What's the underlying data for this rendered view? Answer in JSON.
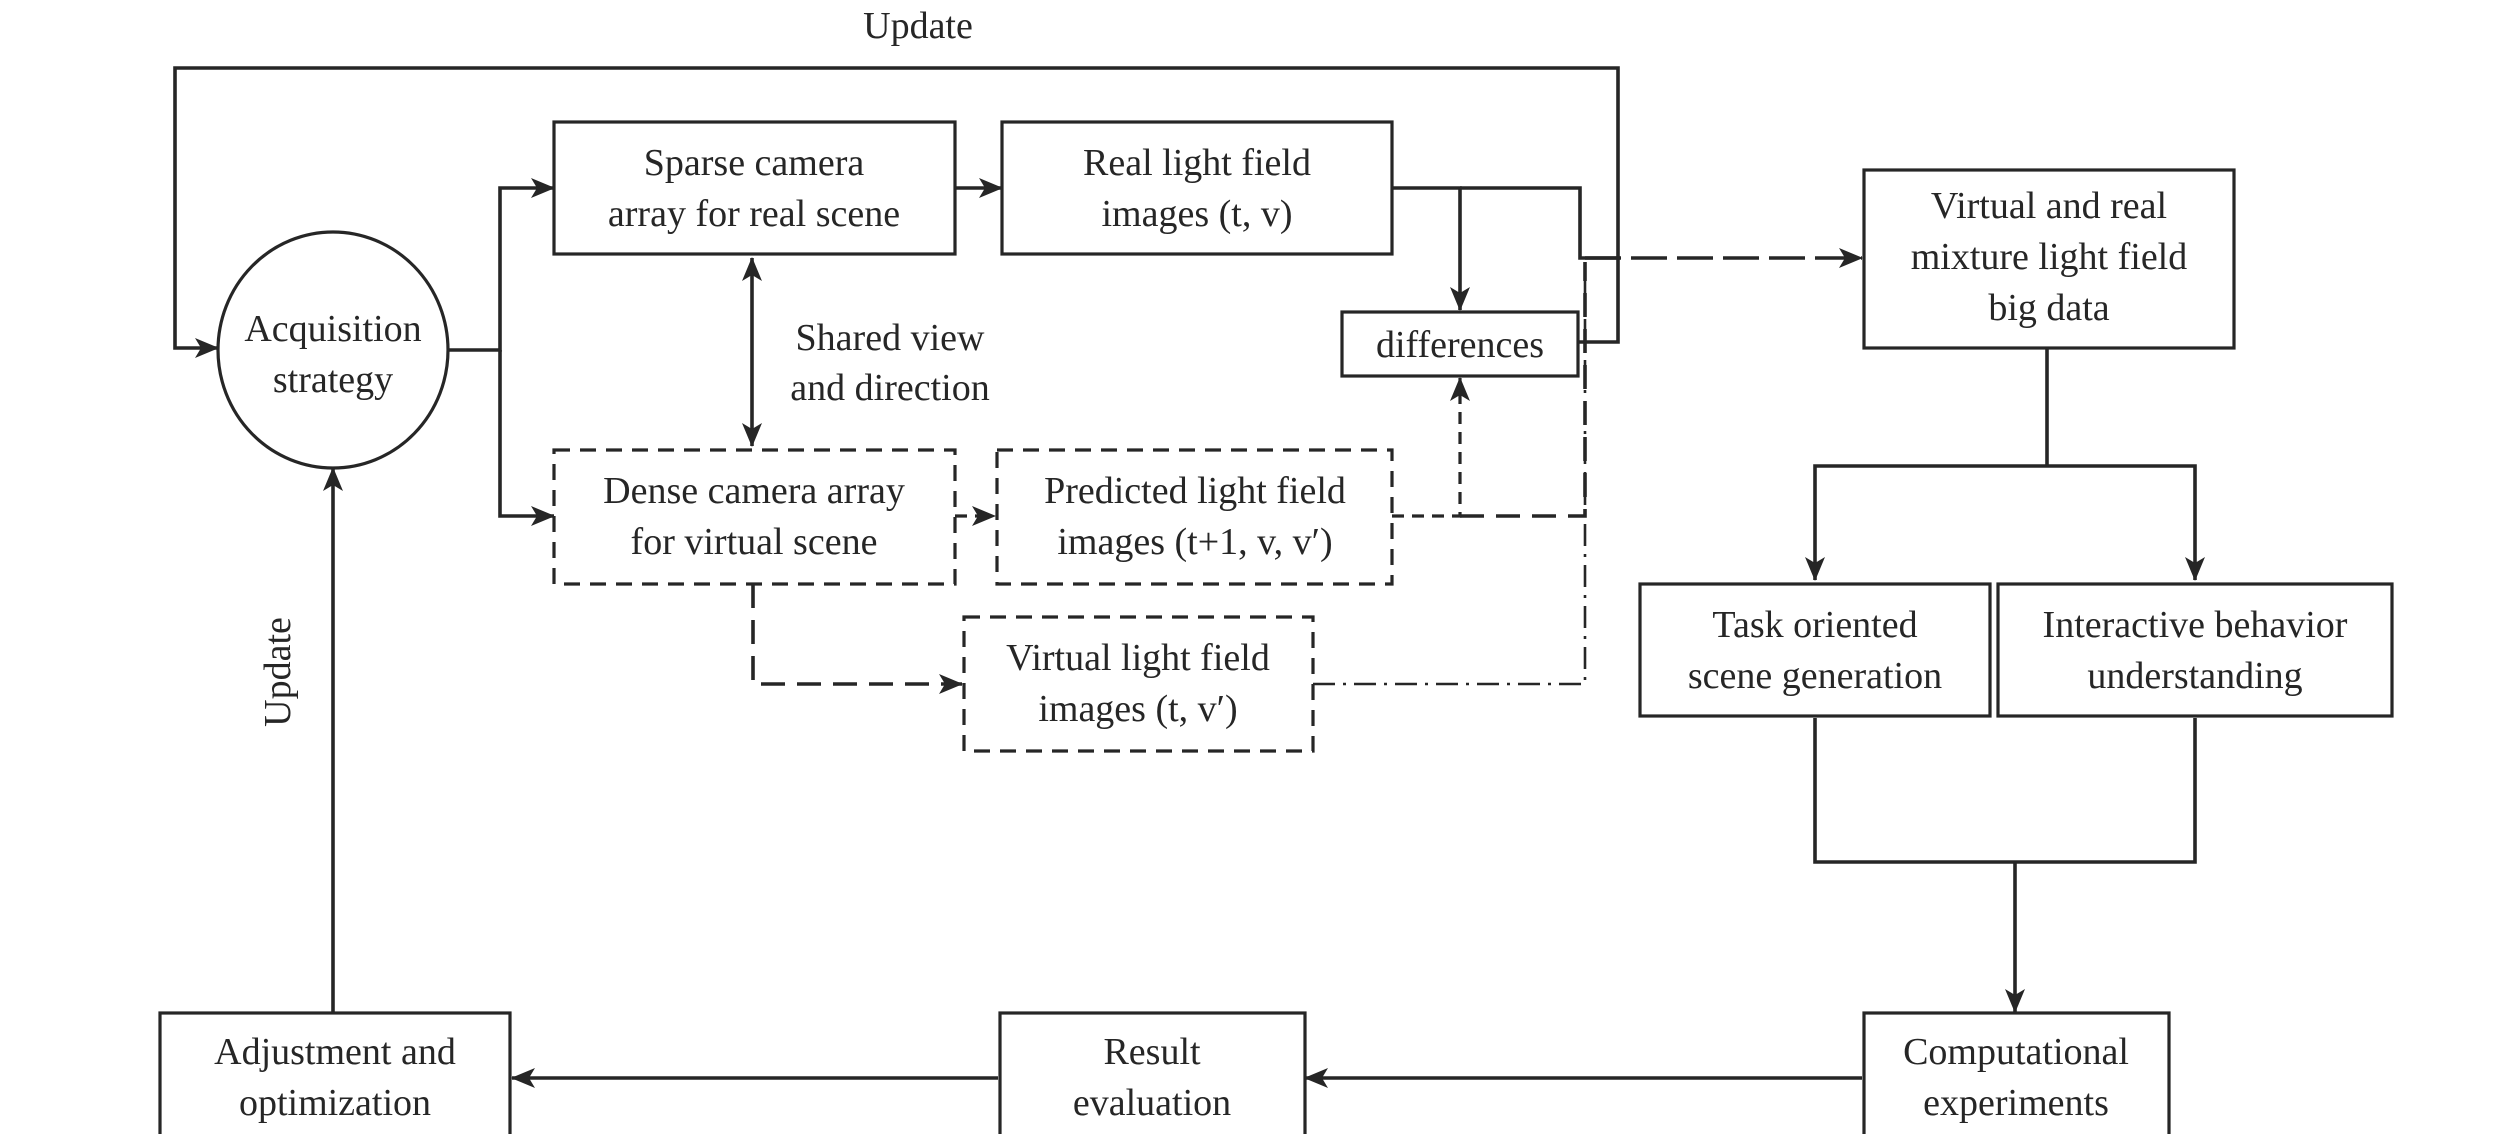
{
  "nodes": {
    "acquisition": {
      "lines": [
        "Acquisition",
        "strategy"
      ]
    },
    "sparse": {
      "lines": [
        "Sparse camera",
        "array for real scene"
      ]
    },
    "real_lf": {
      "lines": [
        "Real light field",
        "images (t, v)"
      ]
    },
    "dense": {
      "lines": [
        "Dense camera array",
        "for virtual scene"
      ]
    },
    "predicted": {
      "lines": [
        "Predicted light field",
        "images (t+1, v, v′)"
      ]
    },
    "virtual_lf": {
      "lines": [
        "Virtual light field",
        "images (t, v′)"
      ]
    },
    "differences": {
      "lines": [
        "differences"
      ]
    },
    "mixture": {
      "lines": [
        "Virtual and real",
        "mixture light field",
        "big data"
      ]
    },
    "task": {
      "lines": [
        "Task oriented",
        "scene generation"
      ]
    },
    "interactive": {
      "lines": [
        "Interactive behavior",
        "understanding"
      ]
    },
    "computational": {
      "lines": [
        "Computational",
        "experiments"
      ]
    },
    "result": {
      "lines": [
        "Result",
        "evaluation"
      ]
    },
    "adjustment": {
      "lines": [
        "Adjustment and",
        "optimization"
      ]
    }
  },
  "labels": {
    "update_top": "Update",
    "update_left": "Update",
    "shared_1": "Shared view",
    "shared_2": "and direction"
  },
  "colors": {
    "stroke": "#262626",
    "background": "#ffffff"
  }
}
